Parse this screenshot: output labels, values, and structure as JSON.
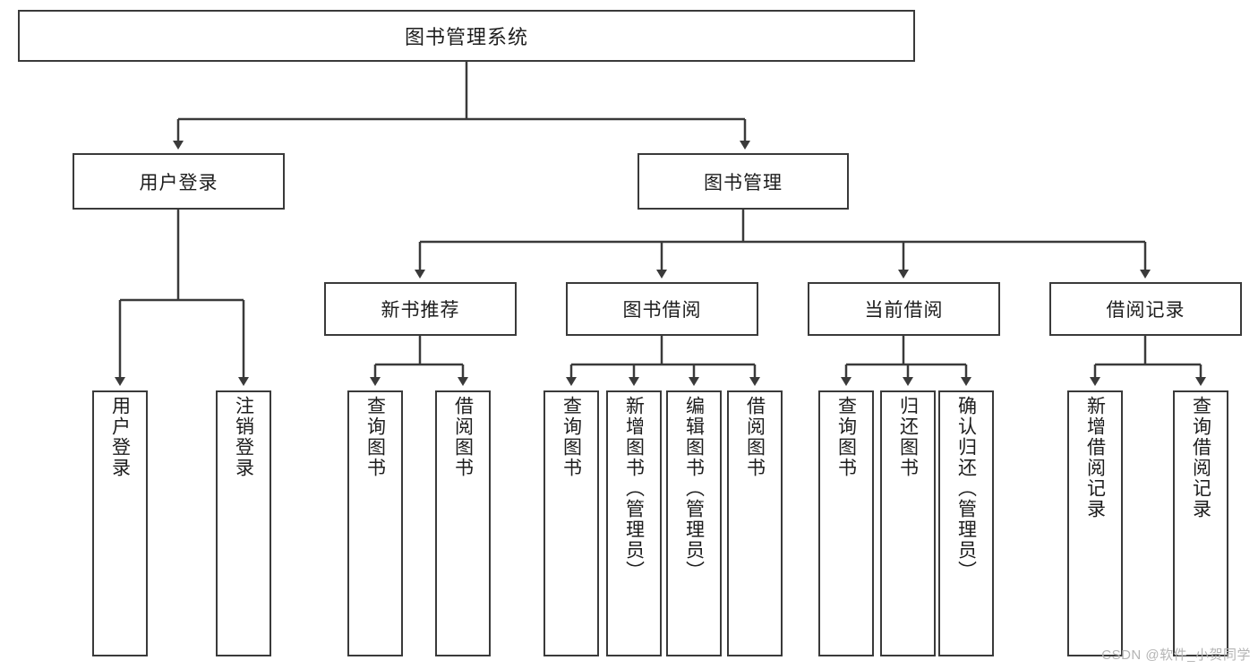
{
  "diagram": {
    "title": "图书管理系统",
    "type": "tree",
    "root": {
      "label": "图书管理系统"
    },
    "level1": [
      {
        "label": "用户登录"
      },
      {
        "label": "图书管理"
      }
    ],
    "level2": [
      {
        "label": "新书推荐"
      },
      {
        "label": "图书借阅"
      },
      {
        "label": "当前借阅"
      },
      {
        "label": "借阅记录"
      }
    ],
    "leaves": {
      "user_login": [
        {
          "label": "用户登录"
        },
        {
          "label": "注销登录"
        }
      ],
      "new_book_recommend": [
        {
          "label": "查询图书"
        },
        {
          "label": "借阅图书"
        }
      ],
      "book_borrow": [
        {
          "label": "查询图书"
        },
        {
          "label": "新增图书（管理员）"
        },
        {
          "label": "编辑图书（管理员）"
        },
        {
          "label": "借阅图书"
        }
      ],
      "current_borrow": [
        {
          "label": "查询图书"
        },
        {
          "label": "归还图书"
        },
        {
          "label": "确认归还（管理员）"
        }
      ],
      "borrow_records": [
        {
          "label": "新增借阅记录"
        },
        {
          "label": "查询借阅记录"
        }
      ]
    },
    "watermark": "CSDN @软件_小贺同学",
    "colors": {
      "stroke": "#3a3a3a",
      "fill": "#ffffff",
      "text": "#1d1d1d",
      "watermark": "#b4b4b4"
    }
  }
}
